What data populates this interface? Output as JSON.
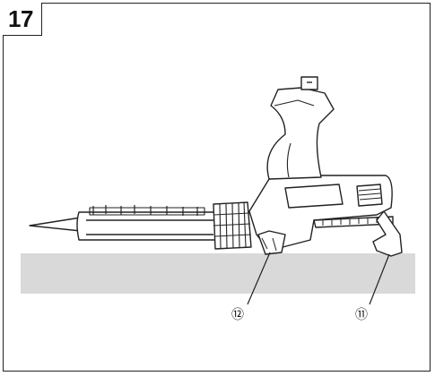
{
  "figure": {
    "number": "17"
  },
  "callouts": [
    {
      "label": "⑫"
    },
    {
      "label": "⑪"
    }
  ],
  "colors": {
    "surface": "#d9d9d9",
    "line": "#222222"
  }
}
